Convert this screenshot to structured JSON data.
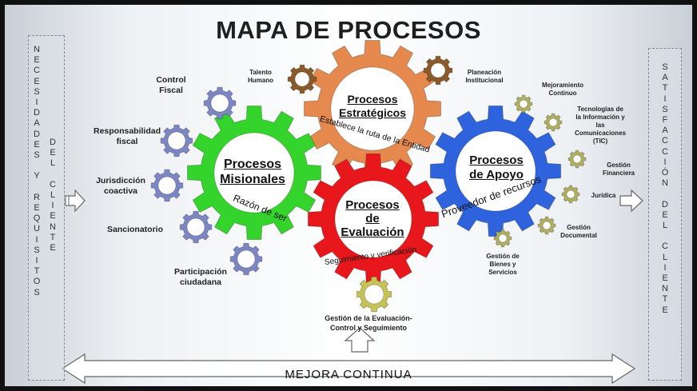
{
  "title": "MAPA DE PROCESOS",
  "left_column": {
    "col_a": "NECESIDADES Y REQUISITOS",
    "col_b": "DEL CLIENTE"
  },
  "right_column": {
    "col_a": "SATISFACCIÓN DEL CLIENTE"
  },
  "center_processes": {
    "estrategicos": {
      "title": "Procesos\nEstratégicos",
      "subtitle": "Establece la ruta de la Entidad",
      "color": "#e5894f"
    },
    "misionales": {
      "title": "Procesos\nMisionales",
      "subtitle": "Razón de ser",
      "color": "#35d42c"
    },
    "evaluacion": {
      "title": "Procesos\nde\nEvaluación",
      "subtitle": "Seguimiento y verificación",
      "color": "#e8171c"
    },
    "apoyo": {
      "title": "Procesos\nde Apoyo",
      "subtitle": "Proveedor de recursos",
      "color": "#2f63de"
    }
  },
  "misional_items": [
    "Control\nFiscal",
    "Responsabilidad\nfiscal",
    "Jurisdicción\ncoactiva",
    "Sancionatorio",
    "Participación\nciudadana"
  ],
  "estrategico_items": [
    "Talento\nHumano",
    "Planeación\nInstitucional"
  ],
  "apoyo_items": [
    "Mejoramiento\nContinuo",
    "Tecnologías de\nla Información y\nlas\nComunicaciones\n(TIC)",
    "Gestión\nFinanciera",
    "Jurídica",
    "Gestión\nDocumental",
    "Gestión de\nBienes y\nServicios"
  ],
  "evaluacion_item": "Gestión de la Evaluación-\nControl y Seguimiento",
  "bottom_arrow_label": "MEJORA CONTINUA",
  "colors": {
    "small_blue_gear": "#7c86c2",
    "small_brown_gear": "#8b5a2b",
    "small_olive_gear": "#b0b060",
    "eval_small_gear": "#c7c256",
    "panel_border": "#7f8aa0"
  },
  "icons": [
    "gear-icon",
    "arrow-right-icon",
    "arrow-up-icon",
    "double-arrow-icon"
  ]
}
